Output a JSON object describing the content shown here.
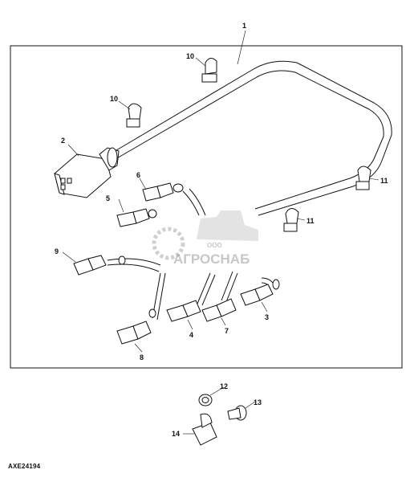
{
  "figure_id": "AXE24194",
  "watermark": {
    "small": "ООО",
    "main": "АГРОСНАБ"
  },
  "callouts": {
    "c1": "1",
    "c2": "2",
    "c3": "3",
    "c4": "4",
    "c5": "5",
    "c6": "6",
    "c7": "7",
    "c8": "8",
    "c9": "9",
    "c10a": "10",
    "c10b": "10",
    "c11a": "11",
    "c11b": "11",
    "c12": "12",
    "c13": "13",
    "c14": "14"
  }
}
